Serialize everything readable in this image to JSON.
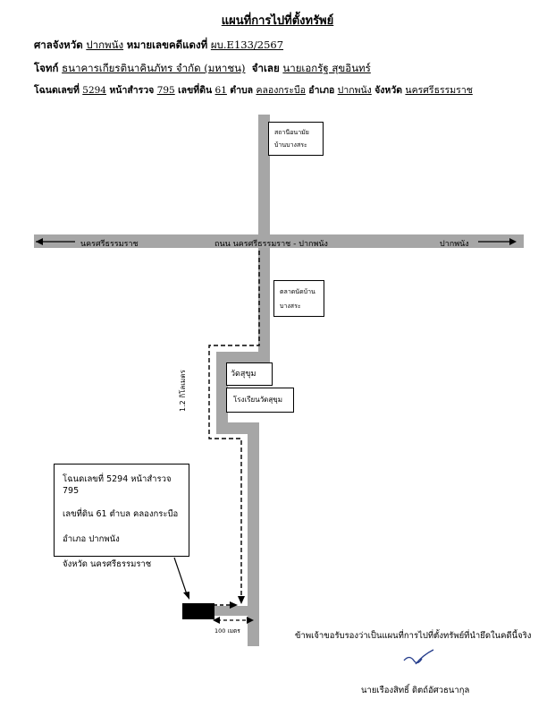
{
  "doc": {
    "title": "แผนที่การไปที่ตั้งทรัพย์",
    "court_label": "ศาลจังหวัด",
    "court_value": "ปากพนัง",
    "case_label": "หมายเลขคดีแดงที่",
    "case_value": "ผบ.E133/2567",
    "plaintiff_label": "โจทก์",
    "plaintiff_value": "ธนาคารเกียรตินาคินภัทร จำกัด (มหาชน)",
    "defendant_label": "จำเลย",
    "defendant_value": "นายเอกรัฐ สุขอินทร์",
    "deed_label": "โฉนดเลขที่",
    "deed_value": "5294",
    "survey_label": "หน้าสำรวจ",
    "survey_value": "795",
    "land_label": "เลขที่ดิน",
    "land_value": "61",
    "tambon_label": "ตำบล",
    "tambon_value": "คลองกระบือ",
    "amphoe_label": "อำเภอ",
    "amphoe_value": "ปากพนัง",
    "province_label": "จังหวัด",
    "province_value": "นครศรีธรรมราช"
  },
  "map": {
    "health_center": [
      "สถานีอนามัย",
      "บ้านบางสระ"
    ],
    "left_dest": "นครศรีธรรมราช",
    "road_name": "ถนน นครศรีธรรมราช - ปากพนัง",
    "right_dest": "ปากพนัง",
    "market": [
      "ตลาดนัดบ้าน",
      "บางสระ"
    ],
    "temple": "วัดสุขุม",
    "school": "โรงเรียนวัดสุขุม",
    "distance_main": "1.2 กิโลเมตร",
    "distance_end": "100 เมตร",
    "info": [
      "โฉนดเลขที่ 5294 หน้าสำรวจ 795",
      "เลขที่ดิน 61   ตำบล คลองกระบือ",
      "อำเภอ ปากพนัง",
      "จังหวัด นครศรีธรรมราช"
    ]
  },
  "footer": {
    "certify": "ข้าพเจ้าขอรับรองว่าเป็นแผนที่การไปที่ตั้งทรัพย์ที่นำยึดในคดีนี้จริง",
    "signer": "นายเรืองสิทธิ์ ดิตถ์อัศวธนากุล"
  }
}
